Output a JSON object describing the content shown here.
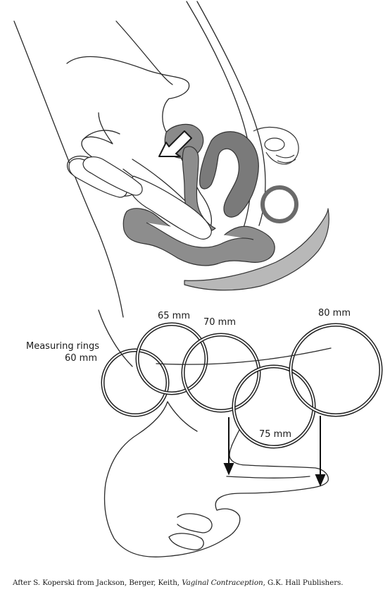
{
  "labels": {
    "measuring_rings": "Measuring rings",
    "ring_60": "60 mm",
    "ring_65": "65 mm",
    "ring_70": "70 mm",
    "ring_75": "75 mm",
    "ring_80": "80 mm"
  },
  "caption": {
    "prefix": "After S. Koperski from ",
    "authors": "Jackson, Berger, Keith",
    "sep": ", ",
    "title": "Vaginal Contraception",
    "suffix": ", G.K. Hall Publishers."
  },
  "colors": {
    "line": "#2a2a2a",
    "organ_dark": "#7a7a7a",
    "organ_mid": "#9a9a9a",
    "organ_light": "#b8b8b8"
  }
}
